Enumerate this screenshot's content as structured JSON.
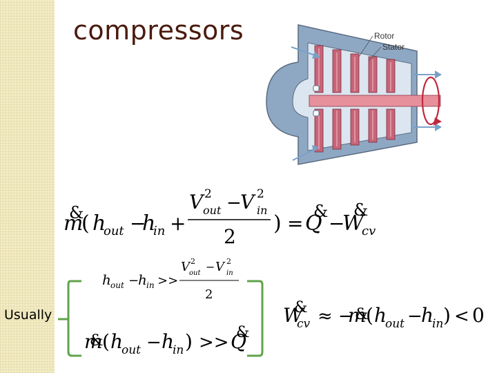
{
  "slide": {
    "title": "compressors",
    "side_label": "Usually"
  },
  "diagram": {
    "rotor_label": "Rotor",
    "stator_label": "Stator",
    "colors": {
      "casing": "#8ea8c4",
      "rotor": "#c86478",
      "shaft": "#e6909c",
      "outline": "#5a6a80"
    }
  },
  "equations": {
    "energy_balance": {
      "mdot": "m",
      "lparen": "(",
      "h_out_base": "h",
      "h_out_sub": "out",
      "minus1": "−",
      "h_in_base": "h",
      "h_in_sub": "in",
      "plus": "+",
      "V_out": "V",
      "V_out_sup": "2",
      "V_out_sub": "out",
      "minus2": "−",
      "V_in": "V",
      "V_in_sup": "2",
      "V_in_sub": "in",
      "two": "2",
      "rparen": ")",
      "equals": "=",
      "Q": "Q",
      "minus3": "−",
      "W": "W",
      "W_sub": "cv"
    },
    "condition_ke": {
      "h_out_base": "h",
      "h_out_sub": "out",
      "minus": "−",
      "h_in_base": "h",
      "h_in_sub": "in",
      "gg": ">>",
      "V_out": "V",
      "V_out_sup": "2",
      "V_out_sub": "out",
      "minus2": "−",
      "V_in": "V",
      "V_in_sup": "2",
      "V_in_sub": "in",
      "two": "2"
    },
    "condition_q": {
      "mdot": "m",
      "lparen": "(",
      "h_out_base": "h",
      "h_out_sub": "out",
      "minus": "−",
      "h_in_base": "h",
      "h_in_sub": "in",
      "rparen": ")",
      "gg": ">>",
      "Q": "Q"
    },
    "work_result": {
      "W": "W",
      "W_sub": "cv",
      "approx": "≈",
      "neg": "−",
      "mdot": "m",
      "lparen": "(",
      "h_out_base": "h",
      "h_out_sub": "out",
      "minus": "−",
      "h_in_base": "h",
      "h_in_sub": "in",
      "rparen": ")",
      "lt": "<",
      "zero": "0"
    },
    "dot_glyph": "&",
    "bracket_color": "#5fa34a"
  }
}
